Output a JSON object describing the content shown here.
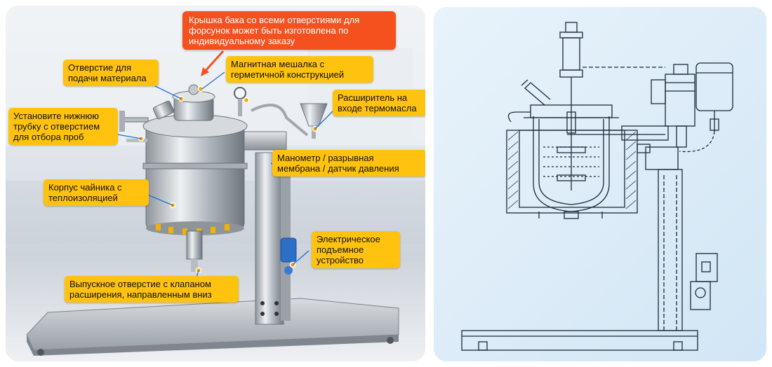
{
  "colors": {
    "label_bg": "#ffc20e",
    "callout_bg": "#f4511e",
    "leader_line": "#1d6fd1",
    "drawing_bg": "#dcebf7",
    "drawing_stroke": "#1b2a3a"
  },
  "photo": {
    "callout": "Крышка бака со всеми отверстиями для\nфорсунок может быть изготовлена по\nиндивидуальному заказу",
    "labels": {
      "feed_opening": "Отверстие для\nподачи материала",
      "magnetic_stirrer": "Магнитная мешалка с\nгерметичной конструкцией",
      "bottom_tube": "Установите нижнюю\nтрубку с отверстием\nдля отбора проб",
      "thermal_oil_expander": "Расширитель на\nвходе термомасла",
      "pressure_gauge": "Манометр / разрывная\nмембрана / датчик давления",
      "insulated_body": "Корпус чайника с\nтеплоизоляцией",
      "electric_lift": "Электрическое\nподъемное\nустройство",
      "discharge_valve": "Выпускное отверстие с клапаном\nрасширения, направленным вниз"
    }
  },
  "drawing": {
    "icons": [
      "reactor-section-drawing"
    ]
  }
}
